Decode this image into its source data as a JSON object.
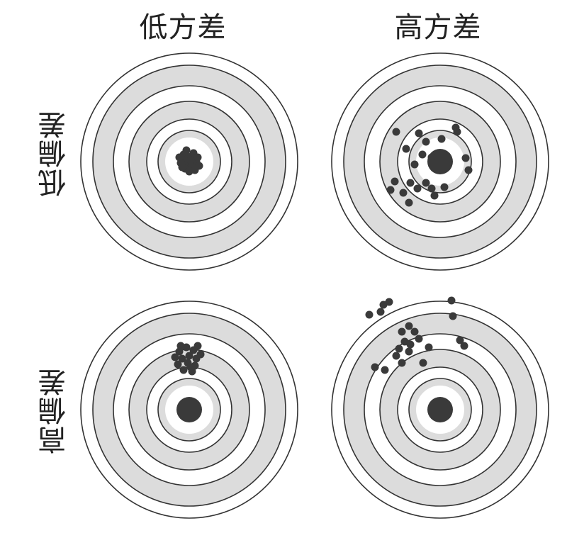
{
  "headers": {
    "columns": [
      "低方差",
      "高方差"
    ],
    "rows": [
      "低偏差",
      "高偏差"
    ]
  },
  "colors": {
    "ring_stroke": "#333333",
    "band_fill": "#dcdcdc",
    "ring_fill": "#ffffff",
    "bullseye": "#3a3a3a",
    "shots": "#3a3a3a"
  },
  "targets": [
    {
      "name": "low-bias-low-variance",
      "row": 0,
      "col": 0
    },
    {
      "name": "low-bias-high-variance",
      "row": 0,
      "col": 1
    },
    {
      "name": "high-bias-low-variance",
      "row": 1,
      "col": 0
    },
    {
      "name": "high-bias-high-variance",
      "row": 1,
      "col": 1
    }
  ]
}
